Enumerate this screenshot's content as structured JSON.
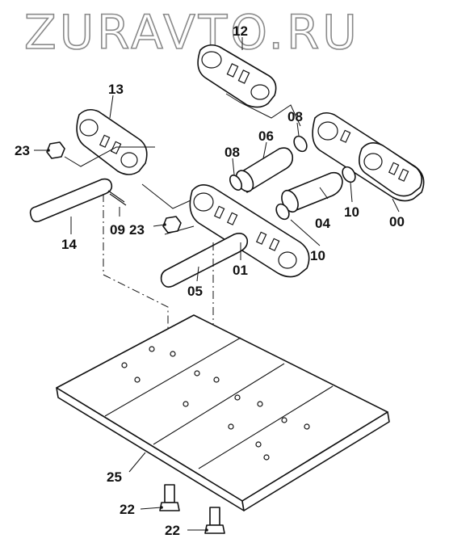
{
  "watermark": "ZURAVTO.RU",
  "callouts": {
    "c12": "12",
    "c13": "13",
    "c23a": "23",
    "c23b": "23",
    "c14": "14",
    "c09": "09",
    "c08a": "08",
    "c08b": "08",
    "c06": "06",
    "c10a": "10",
    "c10b": "10",
    "c04": "04",
    "c00": "00",
    "c01": "01",
    "c05": "05",
    "c25": "25",
    "c22a": "22",
    "c22b": "22"
  }
}
